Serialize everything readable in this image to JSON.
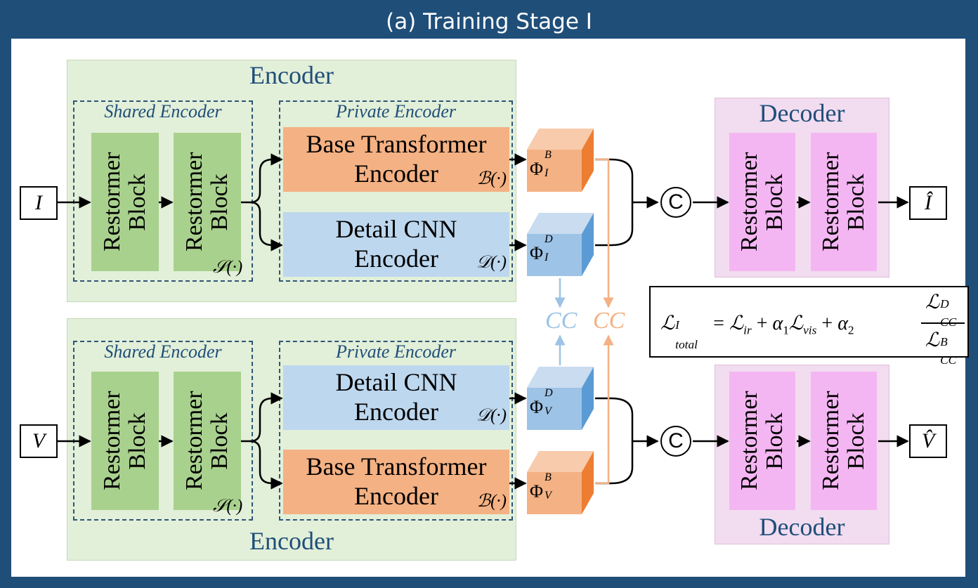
{
  "banner": "(a) Training Stage I",
  "encoder_top": {
    "title": "Encoder",
    "shared_label": "Shared Encoder",
    "private_label": "Private Encoder",
    "block1": "Restormer Block",
    "block2": "Restormer Block",
    "shared_fn": "𝒮(·)",
    "first_branch": {
      "line1": "Base Transformer",
      "line2": "Encoder",
      "fn": "ℬ(·)"
    },
    "second_branch": {
      "line1": "Detail CNN",
      "line2": "Encoder",
      "fn": "𝒟(·)"
    }
  },
  "encoder_bottom": {
    "title": "Encoder",
    "shared_label": "Shared Encoder",
    "private_label": "Private Encoder",
    "block1": "Restormer Block",
    "block2": "Restormer Block",
    "shared_fn": "𝒮(·)",
    "first_branch": {
      "line1": "Detail CNN",
      "line2": "Encoder",
      "fn": "𝒟(·)"
    },
    "second_branch": {
      "line1": "Base Transformer",
      "line2": "Encoder",
      "fn": "ℬ(·)"
    }
  },
  "inputs": {
    "top": "I",
    "bottom": "V"
  },
  "outputs": {
    "top": "Î",
    "bottom": "V̂"
  },
  "features": {
    "phi_base_I": {
      "base": "Φ",
      "sup": "B",
      "sub": "I"
    },
    "phi_detail_I": {
      "base": "Φ",
      "sup": "D",
      "sub": "I"
    },
    "phi_detail_V": {
      "base": "Φ",
      "sup": "D",
      "sub": "V"
    },
    "phi_base_V": {
      "base": "Φ",
      "sup": "B",
      "sub": "V"
    }
  },
  "cc_label": "CC",
  "concat_symbol": "C",
  "decoder_top": {
    "title": "Decoder",
    "block1": "Restormer Block",
    "block2": "Restormer Block"
  },
  "decoder_bottom": {
    "title": "Decoder",
    "block1": "Restormer Block",
    "block2": "Restormer Block"
  },
  "loss": {
    "lhs_base": "ℒ",
    "lhs_sup": "I",
    "lhs_sub": "total",
    "eq": "=",
    "t1_base": "ℒ",
    "t1_sub": "ir",
    "plus": "+",
    "a1_base": "α",
    "a1_sub": "1",
    "t2_base": "ℒ",
    "t2_sub": "vis",
    "a2_base": "α",
    "a2_sub": "2",
    "num_base": "ℒ",
    "num_sup": "D",
    "num_sub": "CC",
    "den_base": "ℒ",
    "den_sup": "B",
    "den_sub": "CC"
  },
  "colors": {
    "frame": "#1f4e79",
    "encoder_bg": "#e2efd9",
    "restormer": "#a9d18e",
    "base": "#f4b183",
    "detail": "#bdd7ee",
    "decoder_bg": "#f2dcf0",
    "decoder_block": "#f4b6f2"
  }
}
